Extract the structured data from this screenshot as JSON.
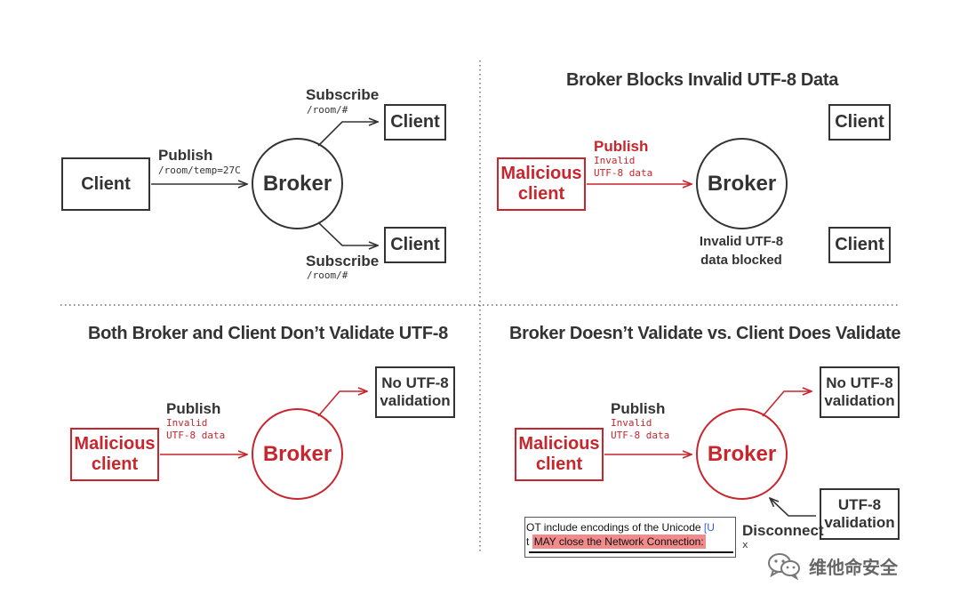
{
  "colors": {
    "dark": "#333333",
    "red": "#c9252c"
  },
  "panel1": {
    "client_left": "Client",
    "broker": "Broker",
    "client_top": "Client",
    "client_bottom": "Client",
    "publish": "Publish",
    "publish_topic": "/room/temp=27C",
    "subscribe_top": "Subscribe",
    "subscribe_top_topic": "/room/#",
    "subscribe_bottom": "Subscribe",
    "subscribe_bottom_topic": "/room/#"
  },
  "panel2": {
    "title": "Broker Blocks Invalid UTF-8 Data",
    "malicious": [
      "Malicious",
      "client"
    ],
    "publish": "Publish",
    "payload": [
      "Invalid",
      "UTF-8 data"
    ],
    "broker": "Broker",
    "blocked": [
      "Invalid UTF-8",
      "data blocked"
    ],
    "client_top": "Client",
    "client_bottom": "Client"
  },
  "panel3": {
    "title": "Both Broker and Client Don’t Validate UTF-8",
    "malicious": [
      "Malicious",
      "client"
    ],
    "publish": "Publish",
    "payload": [
      "Invalid",
      "UTF-8 data"
    ],
    "broker": "Broker",
    "no_validation": [
      "No UTF-8",
      "validation"
    ]
  },
  "panel4": {
    "title": "Broker Doesn’t Validate vs. Client Does Validate",
    "malicious": [
      "Malicious",
      "client"
    ],
    "publish": "Publish",
    "payload": [
      "Invalid",
      "UTF-8 data"
    ],
    "broker": "Broker",
    "no_validation": [
      "No UTF-8",
      "validation"
    ],
    "validation": [
      "UTF-8",
      "validation"
    ],
    "disconnect": "Disconnect",
    "disconnect_x": "x"
  },
  "snippet": {
    "line1": "OT include encodings of the Unicode",
    "line1_tail": "[U",
    "line2_prefix": "t",
    "line2_highlight": "MAY close the Network Connection:"
  },
  "watermark": {
    "text": "维他命安全",
    "icon": "wechat-icon"
  }
}
